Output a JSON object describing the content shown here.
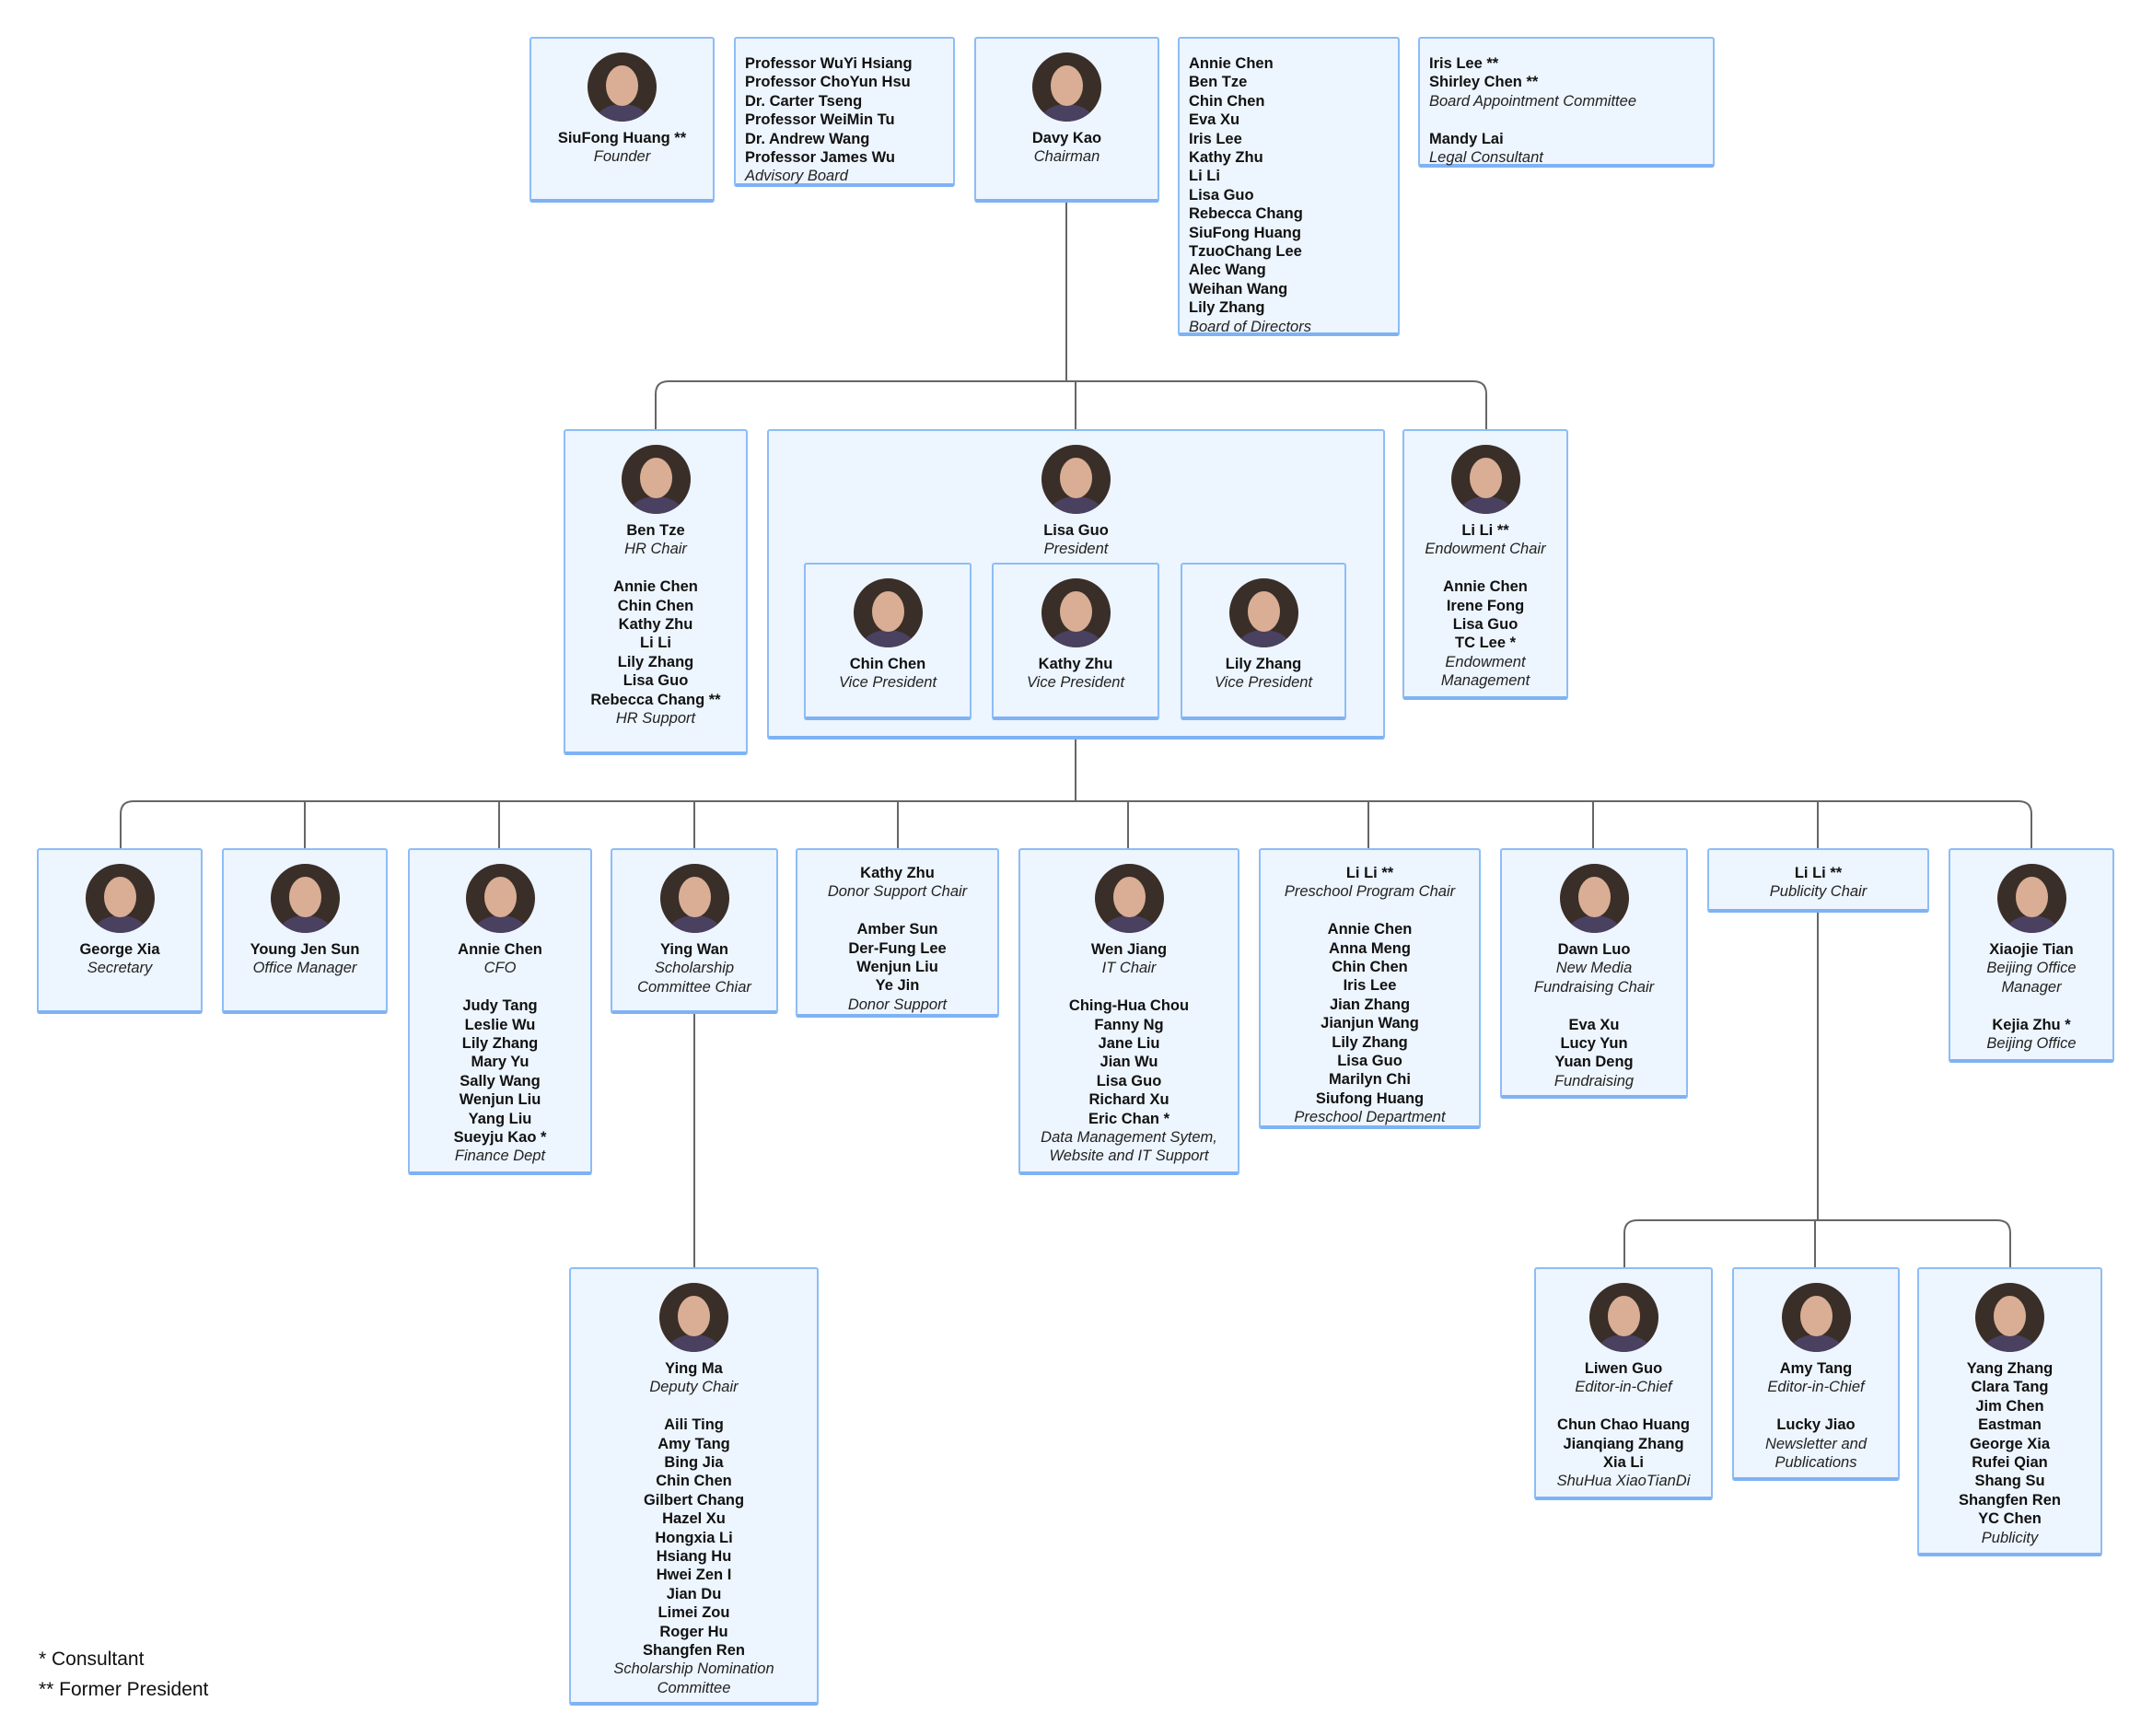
{
  "colors": {
    "box_bg": "#edf5fe",
    "box_border": "#8dbdf6",
    "connector": "#666666"
  },
  "legend": {
    "consultant": "* Consultant",
    "former_president": "** Former President"
  },
  "nodes": {
    "founder": {
      "photo": true,
      "lines": [
        {
          "text": "SiuFong Huang **",
          "style": "name"
        },
        {
          "text": "Founder",
          "style": "role"
        }
      ]
    },
    "advisory": {
      "photo": false,
      "lines": [
        {
          "text": "Professor WuYi Hsiang",
          "style": "name"
        },
        {
          "text": "Professor ChoYun Hsu",
          "style": "name"
        },
        {
          "text": "Dr. Carter Tseng",
          "style": "name"
        },
        {
          "text": "Professor WeiMin Tu",
          "style": "name"
        },
        {
          "text": "Dr. Andrew Wang",
          "style": "name"
        },
        {
          "text": "Professor James Wu",
          "style": "name"
        },
        {
          "text": "Advisory Board",
          "style": "role"
        }
      ]
    },
    "chairman": {
      "photo": true,
      "lines": [
        {
          "text": "Davy Kao",
          "style": "name"
        },
        {
          "text": "Chairman",
          "style": "role"
        }
      ]
    },
    "board": {
      "photo": false,
      "lines": [
        {
          "text": "Annie Chen",
          "style": "name"
        },
        {
          "text": "Ben Tze",
          "style": "name"
        },
        {
          "text": "Chin Chen",
          "style": "name"
        },
        {
          "text": "Eva Xu",
          "style": "name"
        },
        {
          "text": "Iris Lee",
          "style": "name"
        },
        {
          "text": "Kathy Zhu",
          "style": "name"
        },
        {
          "text": "Li Li",
          "style": "name"
        },
        {
          "text": "Lisa Guo",
          "style": "name"
        },
        {
          "text": "Rebecca Chang",
          "style": "name"
        },
        {
          "text": "SiuFong Huang",
          "style": "name"
        },
        {
          "text": "TzuoChang Lee",
          "style": "name"
        },
        {
          "text": "Alec Wang",
          "style": "name"
        },
        {
          "text": "Weihan Wang",
          "style": "name"
        },
        {
          "text": "Lily Zhang",
          "style": "name"
        },
        {
          "text": "Board of Directors",
          "style": "role"
        }
      ]
    },
    "appointment": {
      "photo": false,
      "lines": [
        {
          "text": "Iris Lee **",
          "style": "name"
        },
        {
          "text": "Shirley Chen **",
          "style": "name"
        },
        {
          "text": "Board Appointment Committee",
          "style": "role"
        },
        {
          "text": "Mandy Lai",
          "style": "name sep"
        },
        {
          "text": "Legal Consultant",
          "style": "role"
        }
      ]
    },
    "hr": {
      "photo": true,
      "lines": [
        {
          "text": "Ben Tze",
          "style": "name"
        },
        {
          "text": "HR Chair",
          "style": "role"
        },
        {
          "text": "Annie Chen",
          "style": "name sep"
        },
        {
          "text": "Chin Chen",
          "style": "name"
        },
        {
          "text": "Kathy Zhu",
          "style": "name"
        },
        {
          "text": "Li Li",
          "style": "name"
        },
        {
          "text": "Lily Zhang",
          "style": "name"
        },
        {
          "text": "Lisa Guo",
          "style": "name"
        },
        {
          "text": "Rebecca Chang **",
          "style": "name"
        },
        {
          "text": "HR Support",
          "style": "role"
        }
      ]
    },
    "president": {
      "photo": true,
      "lines": [
        {
          "text": "Lisa Guo",
          "style": "name"
        },
        {
          "text": "President",
          "style": "role"
        }
      ]
    },
    "vp1": {
      "photo": true,
      "lines": [
        {
          "text": "Chin Chen",
          "style": "name"
        },
        {
          "text": "Vice President",
          "style": "role"
        }
      ]
    },
    "vp2": {
      "photo": true,
      "lines": [
        {
          "text": "Kathy Zhu",
          "style": "name"
        },
        {
          "text": "Vice President",
          "style": "role"
        }
      ]
    },
    "vp3": {
      "photo": true,
      "lines": [
        {
          "text": "Lily Zhang",
          "style": "name"
        },
        {
          "text": "Vice President",
          "style": "role"
        }
      ]
    },
    "endowment": {
      "photo": true,
      "lines": [
        {
          "text": "Li Li  **",
          "style": "name"
        },
        {
          "text": "Endowment Chair",
          "style": "role"
        },
        {
          "text": "Annie Chen",
          "style": "name sep"
        },
        {
          "text": "Irene Fong",
          "style": "name"
        },
        {
          "text": "Lisa Guo",
          "style": "name"
        },
        {
          "text": "TC Lee *",
          "style": "name"
        },
        {
          "text": "Endowment",
          "style": "role"
        },
        {
          "text": "Management",
          "style": "role"
        }
      ]
    },
    "secretary": {
      "photo": true,
      "lines": [
        {
          "text": "George Xia",
          "style": "name"
        },
        {
          "text": "Secretary",
          "style": "role"
        }
      ]
    },
    "office": {
      "photo": true,
      "lines": [
        {
          "text": "Young Jen Sun",
          "style": "name"
        },
        {
          "text": "Office Manager",
          "style": "role"
        }
      ]
    },
    "cfo": {
      "photo": true,
      "lines": [
        {
          "text": "Annie Chen",
          "style": "name"
        },
        {
          "text": "CFO",
          "style": "role"
        },
        {
          "text": "Judy Tang",
          "style": "name sep"
        },
        {
          "text": "Leslie Wu",
          "style": "name"
        },
        {
          "text": "Lily Zhang",
          "style": "name"
        },
        {
          "text": "Mary Yu",
          "style": "name"
        },
        {
          "text": "Sally Wang",
          "style": "name"
        },
        {
          "text": "Wenjun Liu",
          "style": "name"
        },
        {
          "text": "Yang Liu",
          "style": "name"
        },
        {
          "text": "Sueyju Kao *",
          "style": "name"
        },
        {
          "text": "Finance Dept",
          "style": "role"
        }
      ]
    },
    "scholarship": {
      "photo": true,
      "lines": [
        {
          "text": "Ying Wan",
          "style": "name"
        },
        {
          "text": "Scholarship",
          "style": "role"
        },
        {
          "text": "Committee Chiar",
          "style": "role"
        }
      ]
    },
    "donor": {
      "photo": false,
      "lines": [
        {
          "text": "Kathy Zhu",
          "style": "name"
        },
        {
          "text": "Donor Support Chair",
          "style": "role"
        },
        {
          "text": "Amber Sun",
          "style": "name sep"
        },
        {
          "text": "Der-Fung Lee",
          "style": "name"
        },
        {
          "text": "Wenjun Liu",
          "style": "name"
        },
        {
          "text": "Ye Jin",
          "style": "name"
        },
        {
          "text": "Donor Support",
          "style": "role"
        }
      ]
    },
    "it": {
      "photo": true,
      "lines": [
        {
          "text": "Wen Jiang",
          "style": "name"
        },
        {
          "text": "IT Chair",
          "style": "role"
        },
        {
          "text": "Ching-Hua Chou",
          "style": "name sep"
        },
        {
          "text": "Fanny Ng",
          "style": "name"
        },
        {
          "text": "Jane Liu",
          "style": "name"
        },
        {
          "text": "Jian Wu",
          "style": "name"
        },
        {
          "text": "Lisa Guo",
          "style": "name"
        },
        {
          "text": "Richard Xu",
          "style": "name"
        },
        {
          "text": "Eric Chan *",
          "style": "name"
        },
        {
          "text": "Data Management Sytem,",
          "style": "role"
        },
        {
          "text": "Website and IT Support",
          "style": "role"
        }
      ]
    },
    "preschool": {
      "photo": false,
      "lines": [
        {
          "text": "Li Li **",
          "style": "name"
        },
        {
          "text": "Preschool Program Chair",
          "style": "role"
        },
        {
          "text": "Annie Chen",
          "style": "name sep"
        },
        {
          "text": "Anna Meng",
          "style": "name"
        },
        {
          "text": "Chin Chen",
          "style": "name"
        },
        {
          "text": "Iris Lee",
          "style": "name"
        },
        {
          "text": "Jian Zhang",
          "style": "name"
        },
        {
          "text": "Jianjun Wang",
          "style": "name"
        },
        {
          "text": "Lily Zhang",
          "style": "name"
        },
        {
          "text": "Lisa Guo",
          "style": "name"
        },
        {
          "text": "Marilyn Chi",
          "style": "name"
        },
        {
          "text": "Siufong Huang",
          "style": "name"
        },
        {
          "text": "Preschool Department",
          "style": "role"
        }
      ]
    },
    "fundraising": {
      "photo": true,
      "lines": [
        {
          "text": "Dawn Luo",
          "style": "name"
        },
        {
          "text": "New Media",
          "style": "role"
        },
        {
          "text": "Fundraising Chair",
          "style": "role"
        },
        {
          "text": "Eva Xu",
          "style": "name sep"
        },
        {
          "text": "Lucy Yun",
          "style": "name"
        },
        {
          "text": "Yuan Deng",
          "style": "name"
        },
        {
          "text": "Fundraising",
          "style": "role"
        }
      ]
    },
    "publicity": {
      "photo": false,
      "lines": [
        {
          "text": "Li Li **",
          "style": "name"
        },
        {
          "text": "Publicity Chair",
          "style": "role"
        }
      ]
    },
    "beijing": {
      "photo": true,
      "lines": [
        {
          "text": "Xiaojie Tian",
          "style": "name"
        },
        {
          "text": "Beijing Office",
          "style": "role"
        },
        {
          "text": "Manager",
          "style": "role"
        },
        {
          "text": "Kejia Zhu *",
          "style": "name sep"
        },
        {
          "text": "Beijing Office",
          "style": "role"
        }
      ]
    },
    "deputy": {
      "photo": true,
      "lines": [
        {
          "text": "Ying Ma",
          "style": "name"
        },
        {
          "text": "Deputy Chair",
          "style": "role"
        },
        {
          "text": "Aili Ting",
          "style": "name sep"
        },
        {
          "text": "Amy Tang",
          "style": "name"
        },
        {
          "text": "Bing Jia",
          "style": "name"
        },
        {
          "text": "Chin Chen",
          "style": "name"
        },
        {
          "text": "Gilbert Chang",
          "style": "name"
        },
        {
          "text": "Hazel Xu",
          "style": "name"
        },
        {
          "text": "Hongxia Li",
          "style": "name"
        },
        {
          "text": "Hsiang Hu",
          "style": "name"
        },
        {
          "text": "Hwei Zen I",
          "style": "name"
        },
        {
          "text": "Jian Du",
          "style": "name"
        },
        {
          "text": "Limei Zou",
          "style": "name"
        },
        {
          "text": "Roger Hu",
          "style": "name"
        },
        {
          "text": "Shangfen Ren",
          "style": "name"
        },
        {
          "text": "Scholarship Nomination",
          "style": "role"
        },
        {
          "text": "Committee",
          "style": "role"
        }
      ]
    },
    "editor1": {
      "photo": true,
      "lines": [
        {
          "text": "Liwen Guo",
          "style": "name"
        },
        {
          "text": "Editor-in-Chief",
          "style": "role"
        },
        {
          "text": "Chun Chao Huang",
          "style": "name sep"
        },
        {
          "text": "Jianqiang Zhang",
          "style": "name"
        },
        {
          "text": "Xia Li",
          "style": "name"
        },
        {
          "text": "ShuHua XiaoTianDi",
          "style": "role"
        }
      ]
    },
    "editor2": {
      "photo": true,
      "lines": [
        {
          "text": "Amy Tang",
          "style": "name"
        },
        {
          "text": "Editor-in-Chief",
          "style": "role"
        },
        {
          "text": "Lucky Jiao",
          "style": "name sep"
        },
        {
          "text": "Newsletter and",
          "style": "role"
        },
        {
          "text": "Publications",
          "style": "role"
        }
      ]
    },
    "publicity_team": {
      "photo": true,
      "lines": [
        {
          "text": "Yang Zhang",
          "style": "name"
        },
        {
          "text": "Clara Tang",
          "style": "name"
        },
        {
          "text": "Jim Chen",
          "style": "name"
        },
        {
          "text": "Eastman",
          "style": "name"
        },
        {
          "text": "George Xia",
          "style": "name"
        },
        {
          "text": "Rufei Qian",
          "style": "name"
        },
        {
          "text": "Shang Su",
          "style": "name"
        },
        {
          "text": "Shangfen Ren",
          "style": "name"
        },
        {
          "text": "YC Chen",
          "style": "name"
        },
        {
          "text": "Publicity",
          "style": "role"
        }
      ]
    }
  }
}
